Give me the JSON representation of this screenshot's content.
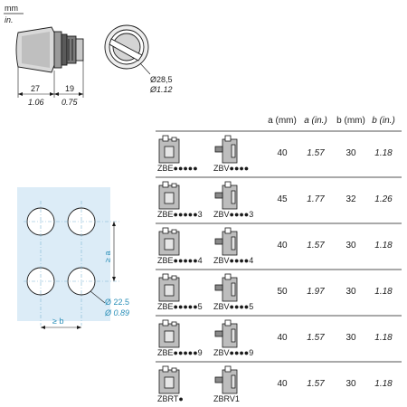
{
  "units": {
    "primary": "mm",
    "secondary": "in."
  },
  "side_view": {
    "dims": [
      {
        "mm": "27",
        "in": "1.06"
      },
      {
        "mm": "19",
        "in": "0.75"
      }
    ]
  },
  "front_view": {
    "dia_mm": "Ø28,5",
    "dia_in": "Ø1.12"
  },
  "cutout": {
    "a_label": "≥ a",
    "b_label": "≥ b",
    "dia_mm": "Ø 22.5",
    "dia_in": "Ø 0.89"
  },
  "table": {
    "headers": [
      "a (mm)",
      "a (in.)",
      "b (mm)",
      "b (in.)"
    ],
    "rows": [
      {
        "code1": "ZBE●●●●●",
        "code2": "ZBV●●●●",
        "a_mm": "40",
        "a_in": "1.57",
        "b_mm": "30",
        "b_in": "1.18"
      },
      {
        "code1": "ZBE●●●●●3",
        "code2": "ZBV●●●●3",
        "a_mm": "45",
        "a_in": "1.77",
        "b_mm": "32",
        "b_in": "1.26"
      },
      {
        "code1": "ZBE●●●●●4",
        "code2": "ZBV●●●●4",
        "a_mm": "40",
        "a_in": "1.57",
        "b_mm": "30",
        "b_in": "1.18"
      },
      {
        "code1": "ZBE●●●●●5",
        "code2": "ZBV●●●●5",
        "a_mm": "50",
        "a_in": "1.97",
        "b_mm": "30",
        "b_in": "1.18"
      },
      {
        "code1": "ZBE●●●●●9",
        "code2": "ZBV●●●●9",
        "a_mm": "40",
        "a_in": "1.57",
        "b_mm": "30",
        "b_in": "1.18"
      },
      {
        "code1": "ZBRT●",
        "code2": "ZBRV1",
        "a_mm": "40",
        "a_in": "1.57",
        "b_mm": "30",
        "b_in": "1.18"
      }
    ]
  },
  "colors": {
    "accent": "#2a8fb8",
    "panel": "#dcecf7",
    "line": "#1a1a1a"
  }
}
